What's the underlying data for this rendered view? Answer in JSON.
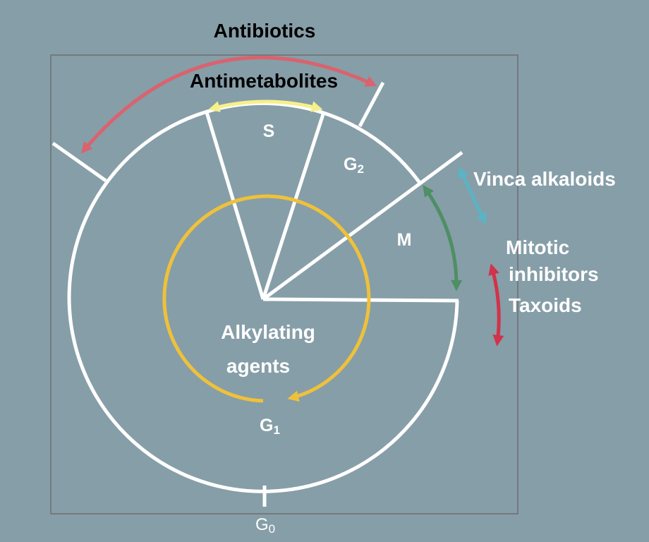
{
  "labels": {
    "antibiotics": "Antibiotics",
    "antimetabolites": "Antimetabolites",
    "s_phase": "S",
    "g2_phase": "G",
    "g2_sub": "2",
    "m_phase": "M",
    "g1_phase": "G",
    "g1_sub": "1",
    "g0_phase": "G",
    "g0_sub": "0",
    "vinca_alkaloids": "Vinca alkaloids",
    "mitotic_line1": "Mitotic",
    "mitotic_line2": "inhibitors",
    "taxoids": "Taxoids",
    "alkylating_line1": "Alkylating",
    "alkylating_line2": "agents"
  },
  "colors": {
    "background": "#869ea8",
    "antibiotics_arrow": "#d9636e",
    "antimetabolites_arrow": "#f6f08c",
    "vinca_arrow": "#5bb3c4",
    "mitotic_arrow": "#d1334a",
    "m_phase_arrow": "#4e8f64",
    "alkylating_arrow": "#efc13a",
    "cycle_lines": "#ffffff"
  }
}
